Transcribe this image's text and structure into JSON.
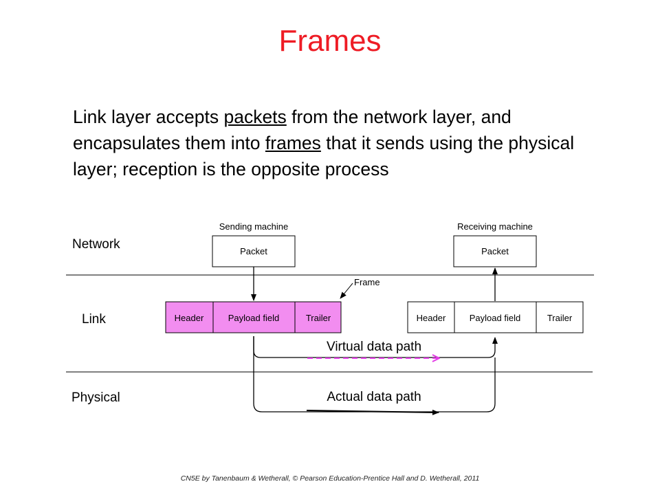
{
  "slide": {
    "title": "Frames",
    "paragraph": {
      "part1": "Link layer accepts ",
      "packets": "packets",
      "part2": " from the network layer, and encapsulates them into ",
      "frames": "frames",
      "part3": " that it sends using the physical layer; reception is the opposite process"
    },
    "footer": "CN5E by Tanenbaum & Wetherall, © Pearson Education-Prentice Hall and D. Wetherall, 2011"
  },
  "diagram": {
    "layers": {
      "network": "Network",
      "link": "Link",
      "physical": "Physical"
    },
    "sending_machine": "Sending machine",
    "receiving_machine": "Receiving machine",
    "packet_label": "Packet",
    "frame_label": "Frame",
    "frame_fields": {
      "header": "Header",
      "payload": "Payload field",
      "trailer": "Trailer"
    },
    "virtual_path": "Virtual data path",
    "actual_path": "Actual data path"
  },
  "colors": {
    "title": "#ee1c25",
    "sending_frame_fill": "#f28df0",
    "virtual_path_line": "#e33ee6"
  }
}
